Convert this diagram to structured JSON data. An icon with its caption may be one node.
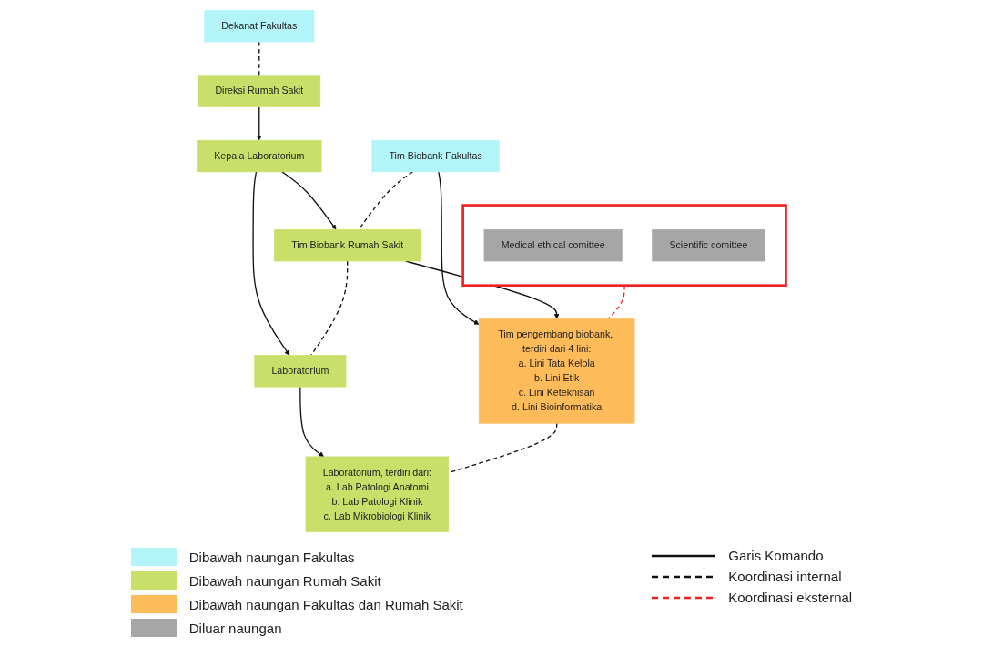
{
  "diagram": {
    "nodes": [
      {
        "text": [
          "Dekanat Fakultas"
        ]
      },
      {
        "text": [
          "Direksi Rumah Sakit"
        ]
      },
      {
        "text": [
          "Kepala Laboratorium"
        ]
      },
      {
        "text": [
          "Tim Biobank Fakultas"
        ]
      },
      {
        "text": [
          "Tim Biobank Rumah Sakit"
        ]
      },
      {
        "text": [
          "Laboratorium"
        ]
      },
      {
        "text": [],
        "shape": "box"
      },
      {
        "text": [
          "Medical ethical comittee"
        ],
        "in": 6
      },
      {
        "text": [
          "Scientific comittee"
        ],
        "in": 6
      },
      {
        "text": [
          "Tim pengembang biobank, terdiri dari 4 lini:",
          "a. Lini Tata Kelola",
          "b. Lini Etik",
          "c. Lini Keteknisan",
          "d. Lini Bioinformatika"
        ]
      },
      {
        "text": [
          "Laboratorium, terdiri dari:",
          "a. Lab Patologi Anatomi",
          "b. Lab Patologi Klinik",
          "c. Lab Mikrobiologi Klinik"
        ]
      }
    ],
    "edges": [
      {
        "from": 0,
        "to": 1,
        "arrow": "none",
        "style": "dashed"
      },
      {
        "from": 1,
        "to": 2,
        "arrow": "to"
      },
      {
        "from": 2,
        "to": 4,
        "arrow": "to"
      },
      {
        "from": 2,
        "to": 5,
        "arrow": "to"
      },
      {
        "from": 3,
        "to": 4,
        "arrow": "none",
        "style": "dashed"
      },
      {
        "from": 4,
        "to": 5,
        "arrow": "none",
        "style": "dashed"
      },
      {
        "from": 3,
        "to": 9,
        "arrow": "to"
      },
      {
        "from": 4,
        "to": 9,
        "arrow": "to"
      },
      {
        "from": 5,
        "to": 10,
        "arrow": "to"
      },
      {
        "from": 6,
        "to": 9,
        "arrow": "none",
        "style": "dashed",
        "color": "#ee2222"
      },
      {
        "from": 9,
        "to": 10,
        "arrow": "none",
        "style": "dashed"
      }
    ],
    "legend": [
      {
        "text": "Dibawah naungan Fakultas",
        "color": "#b3f4f9"
      },
      {
        "text": "Dibawah naungan Rumah Sakit",
        "color": "#c8df6a"
      },
      {
        "text": "Dibawah naungan Fakultas dan Rumah Sakit",
        "color": "#fdbb5a"
      },
      {
        "text": "Diluar naungan",
        "color": "#a6a6a6"
      },
      {
        "text": "Garis Komando"
      },
      {
        "text": "Koordinasi internal"
      },
      {
        "text": "Koordinasi eksternal"
      }
    ]
  }
}
